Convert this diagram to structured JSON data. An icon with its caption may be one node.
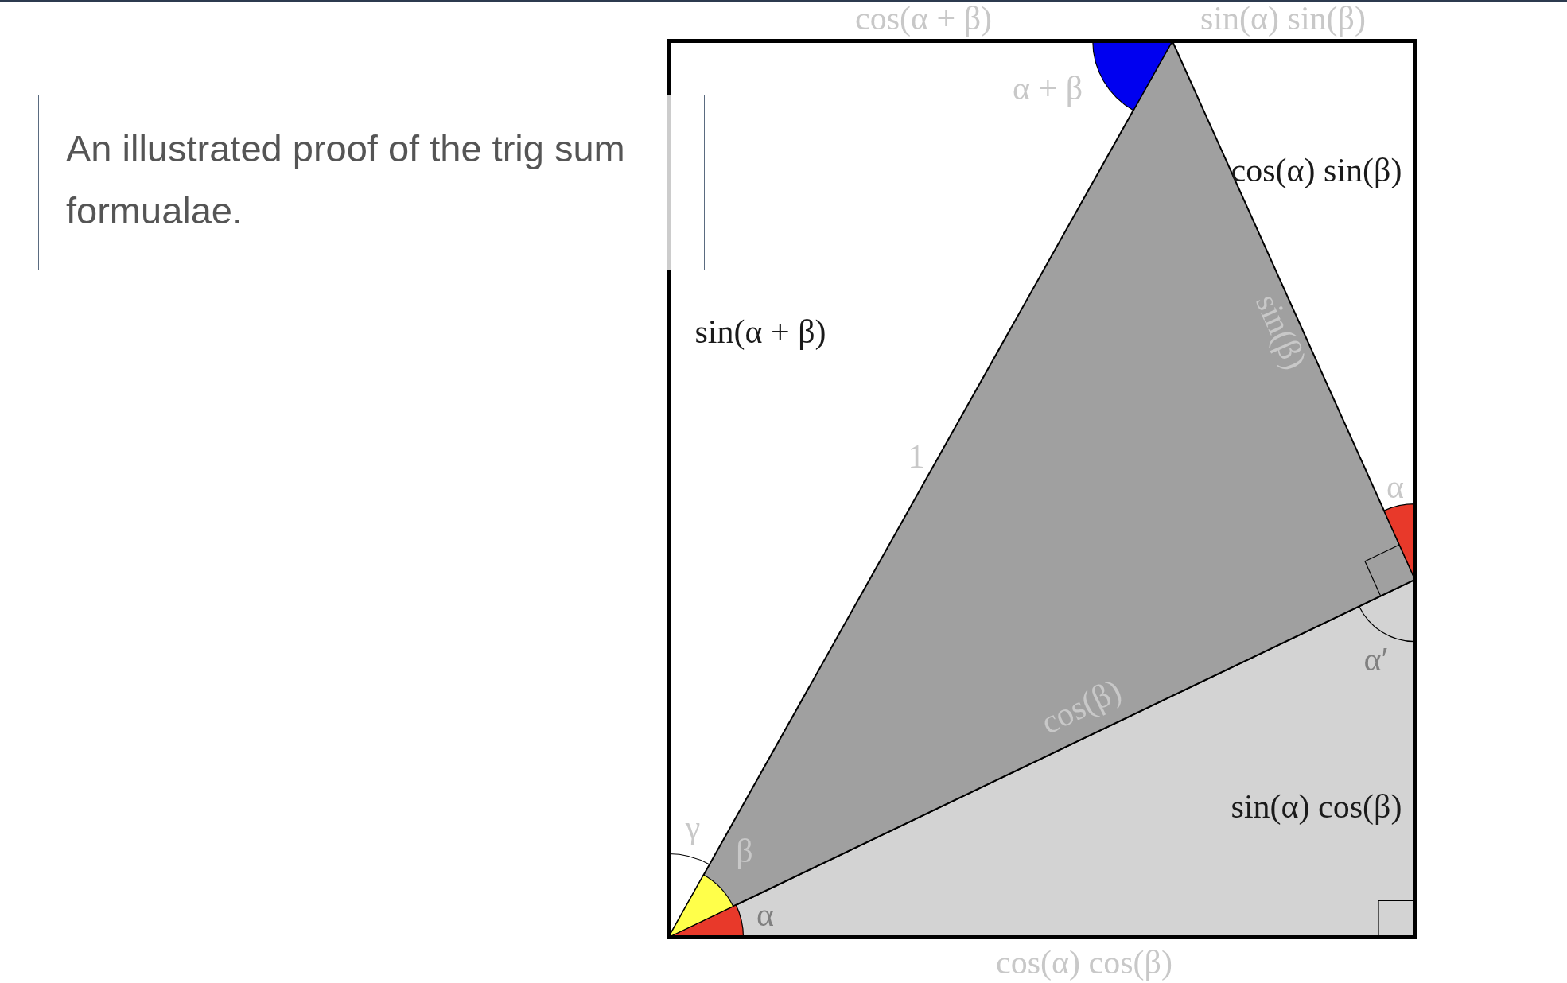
{
  "diagram": {
    "nodes": [
      {
        "text": [
          "An illustrated proof of the trig sum formualae."
        ]
      }
    ],
    "labels": [
      "cos(α + β)",
      "sin(α) sin(β)",
      "α + β",
      "cos(α) sin(β)",
      "sin(α + β)",
      "sin(β)",
      "1",
      "α",
      "α′",
      "cos(β)",
      "sin(α) cos(β)",
      "γ",
      "β",
      "α",
      "cos(α) cos(β)"
    ]
  }
}
